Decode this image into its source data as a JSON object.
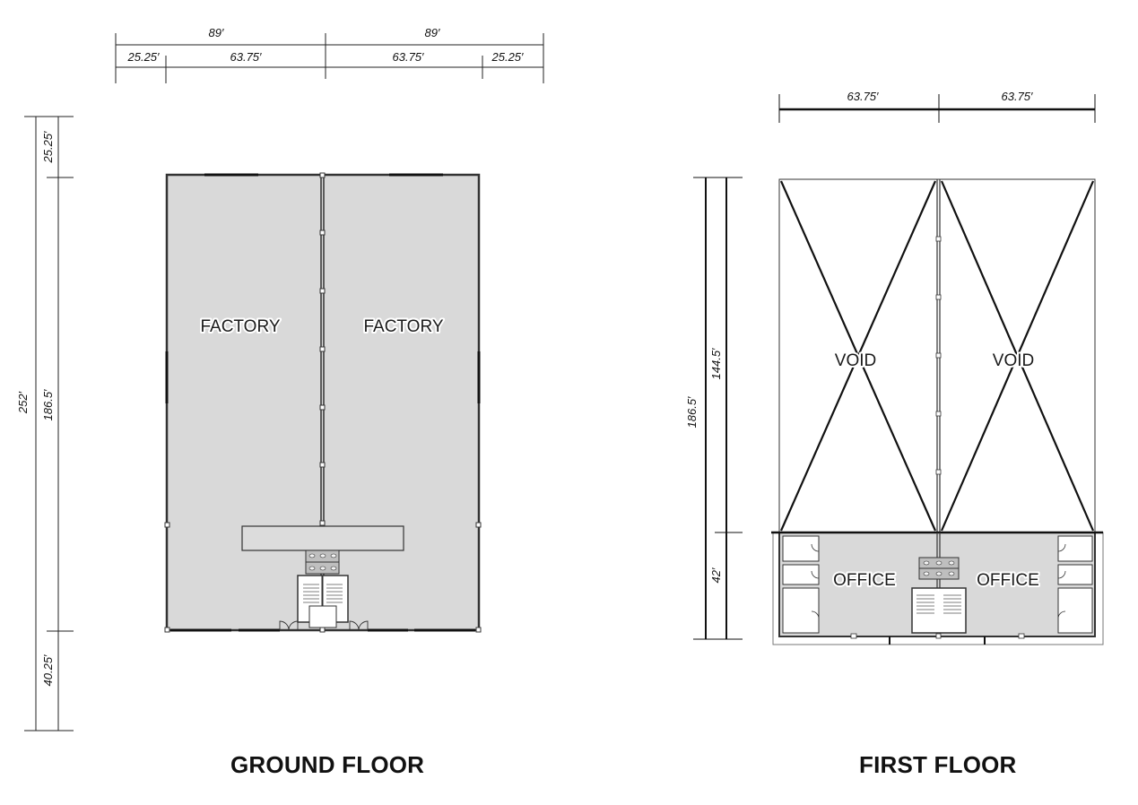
{
  "ground_floor": {
    "title": "GROUND FLOOR",
    "rooms": {
      "left": "FACTORY",
      "right": "FACTORY"
    },
    "dims_top": {
      "left_total": "89′",
      "right_total": "89′",
      "seg1": "25.25′",
      "seg2": "63.75′",
      "seg3": "63.75′",
      "seg4": "25.25′"
    },
    "dims_side": {
      "total": "252′",
      "top": "25.25′",
      "mid": "186.5′",
      "bottom": "40.25′"
    }
  },
  "first_floor": {
    "title": "FIRST FLOOR",
    "rooms": {
      "void_left": "VOID",
      "void_right": "VOID",
      "office_left": "OFFICE",
      "office_right": "OFFICE"
    },
    "dims_top": {
      "left": "63.75′",
      "right": "63.75′"
    },
    "dims_side": {
      "total": "186.5′",
      "void": "144.5′",
      "office": "42′"
    }
  }
}
